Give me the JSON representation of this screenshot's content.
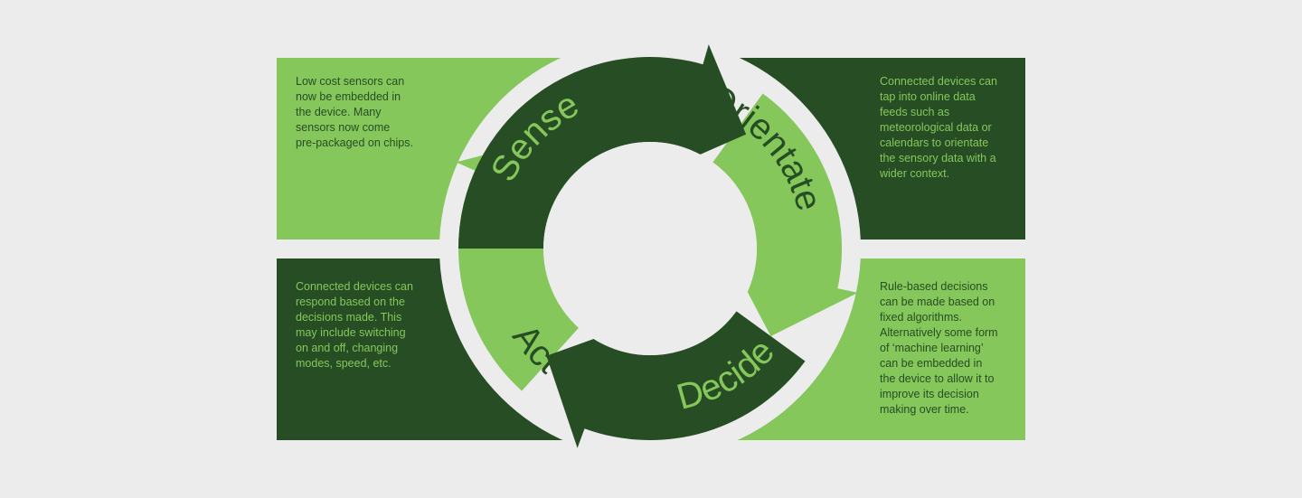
{
  "colors": {
    "background": "#ececec",
    "light_green": "#86c75c",
    "dark_green": "#264d23",
    "ring_gap": "#ececec"
  },
  "stages": {
    "sense": {
      "label": "Sense",
      "description": "Low cost sensors can\nnow be embedded in\nthe device. Many\nsensors now come\npre-packaged on chips."
    },
    "orientate": {
      "label": "Orientate",
      "description": "Connected devices can\ntap into online data\nfeeds such as\nmeteorological data or\ncalendars to orientate\nthe sensory data with a\nwider context."
    },
    "decide": {
      "label": "Decide",
      "description": "Rule-based decisions\ncan be made based on\nfixed algorithms.\nAlternatively some form\nof ‘machine learning’\ncan be embedded in\nthe device to allow it to\nimprove its decision\nmaking over time."
    },
    "act": {
      "label": "Act",
      "description": "Connected devices can\nrespond based on the\ndecisions made. This\nmay include switching\non and off, changing\nmodes, speed, etc."
    }
  }
}
